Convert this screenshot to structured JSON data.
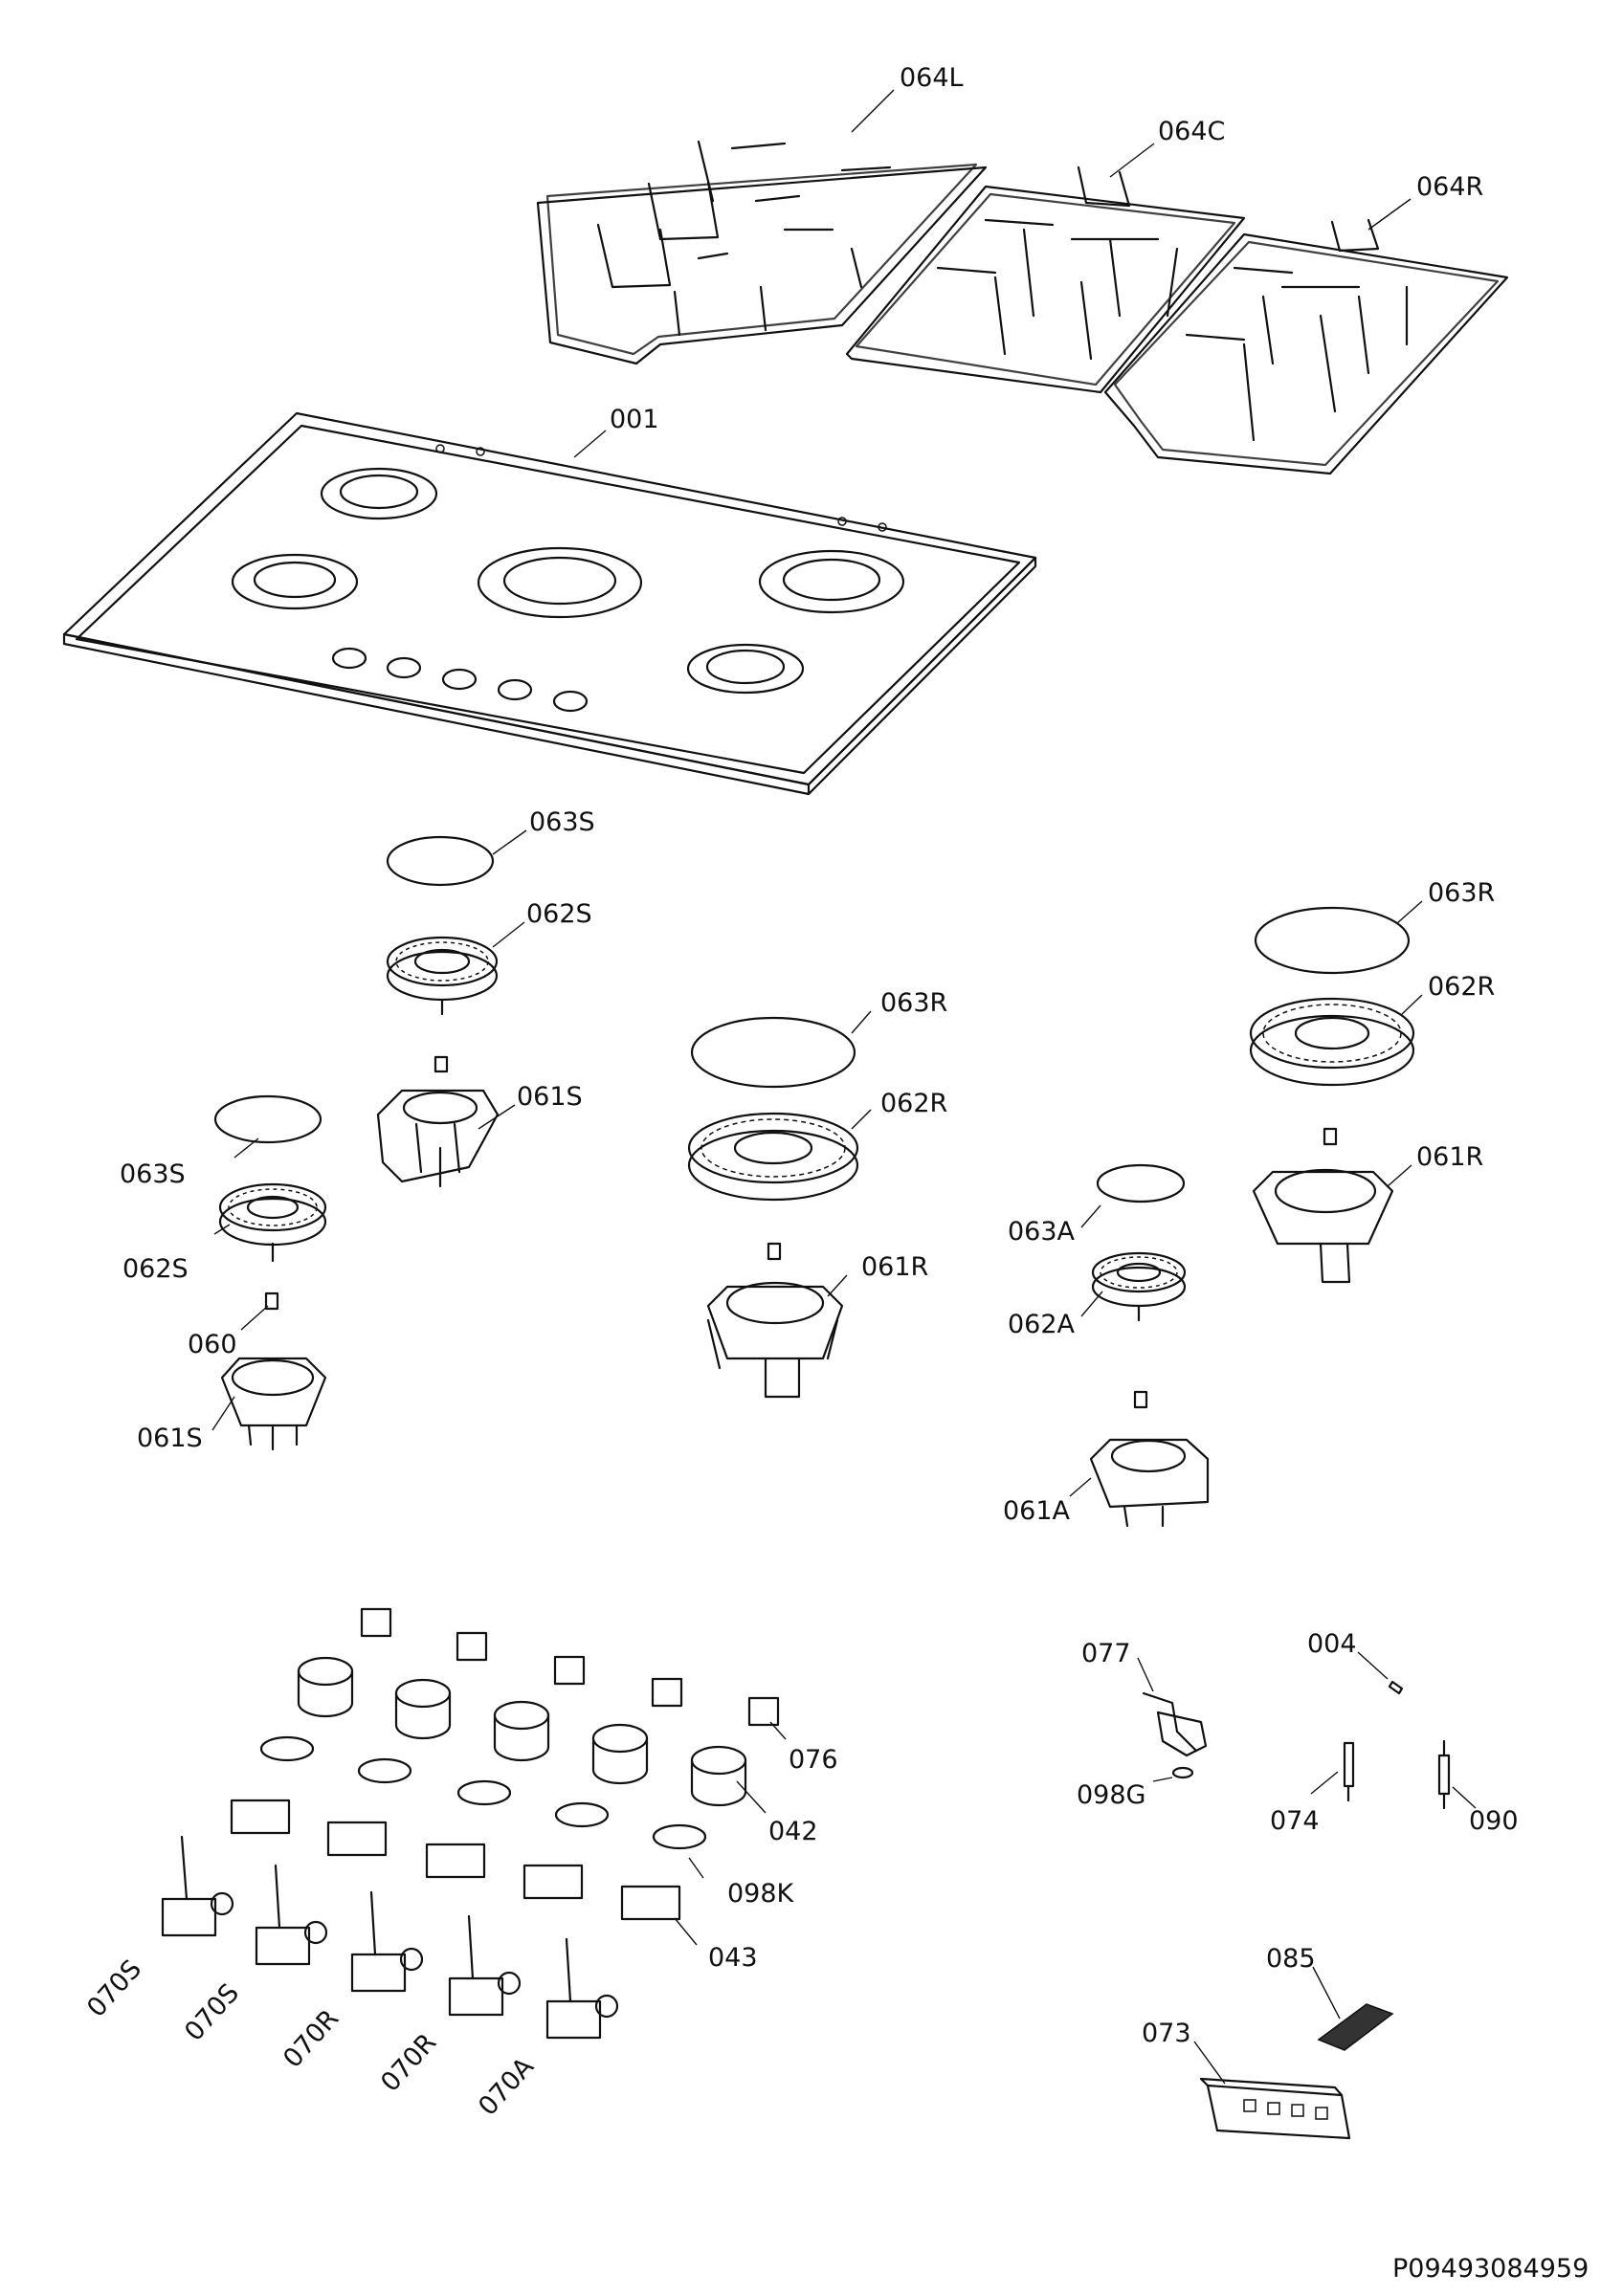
{
  "drawing_number": "P09493084959",
  "labels": {
    "grid_left": "064L",
    "grid_center": "064C",
    "grid_right": "064R",
    "hob_top": "001",
    "cap_small_top": "063S",
    "crown_small_top": "062S",
    "cup_small_top": "061S",
    "cap_small_left": "063S",
    "crown_small_left": "062S",
    "injector": "060",
    "cup_small_left": "061S",
    "cap_rapid_center": "063R",
    "crown_rapid_center": "062R",
    "cup_rapid_center": "061R",
    "cap_rapid_right": "063R",
    "crown_rapid_right": "062R",
    "cup_rapid_right": "061R",
    "cap_aux": "063A",
    "crown_aux": "062A",
    "cup_aux": "061A",
    "clip": "076",
    "knob": "042",
    "knob_bezel": "098K",
    "microswitch": "043",
    "valve_1": "070S",
    "valve_2": "070S",
    "valve_3": "070R",
    "valve_4": "070R",
    "valve_5": "070A",
    "elbow": "077",
    "gasket": "098G",
    "screw": "004",
    "thermocouple": "074",
    "spark_plug": "090",
    "bracket": "085",
    "ignition_unit": "073"
  }
}
